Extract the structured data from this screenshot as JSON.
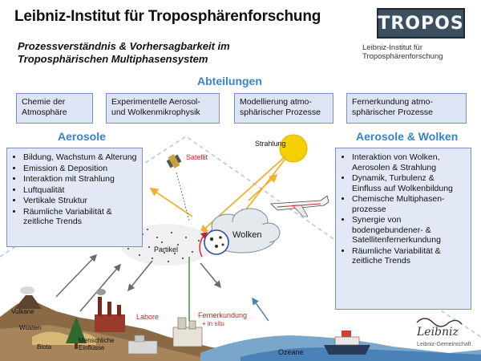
{
  "header": {
    "title": "Leibniz-Institut für Troposphärenforschung",
    "subtitle": "Prozessverständnis & Vorhersagbarkeit im Troposphärischen Multiphasensystem",
    "logo": {
      "text": "TROPOS",
      "subtext": "Leibniz-Institut für Troposphärenforschung"
    }
  },
  "departments": {
    "heading": "Abteilungen",
    "items": [
      {
        "label": "Chemie der Atmosphäre"
      },
      {
        "label": "Experimentelle Aerosol- und Wolkenmikrophysik"
      },
      {
        "label": "Modellierung atmo- sphärischer Prozesse"
      },
      {
        "label": "Fernerkundung atmo- sphärischer Prozesse"
      }
    ]
  },
  "aerosols": {
    "heading": "Aerosole",
    "items": [
      "Bildung, Wachstum & Alterung",
      "Emission & Deposition",
      "Interaktion mit Strahlung",
      "Luftqualität",
      "Vertikale Struktur",
      "Räumliche Variabilität & zeitliche Trends"
    ]
  },
  "aerosols_clouds": {
    "heading": "Aerosole & Wolken",
    "items": [
      "Interaktion von Wolken, Aerosolen & Strahlung",
      "Dynamik, Turbulenz & Einfluss auf Wolkenbildung",
      "Chemische Multiphasen- prozesse",
      "Synergie von bodengebundener- & Satellitenfernerkundung",
      "Räumliche Variabilität & zeitliche Trends"
    ]
  },
  "diagram": {
    "satellite": "Satellit",
    "radiation": "Strahlung",
    "clouds": "Wolken",
    "particles": "Partikel",
    "volcanoes": "Vulkane",
    "deserts": "Wüsten",
    "biota": "Biota",
    "human": "Menschliche Einflüsse",
    "labs": "Labore",
    "remote_sensing": "Fernerkundung",
    "in_situ": "+ in situ",
    "oceans": "Ozeane"
  },
  "footer": {
    "logo_script": "Leibniz",
    "logo_sub": "Leibniz-Gemeinschaft"
  },
  "colors": {
    "accent_blue": "#3a82c8",
    "box_fill": "#dde4f4",
    "label_red": "#cc2222",
    "sun": "#f5d000",
    "arrow_orange": "#f0b030",
    "arrow_green": "#3a9a3a",
    "ocean": "#4a82b8",
    "ground": "#8a6a45"
  }
}
